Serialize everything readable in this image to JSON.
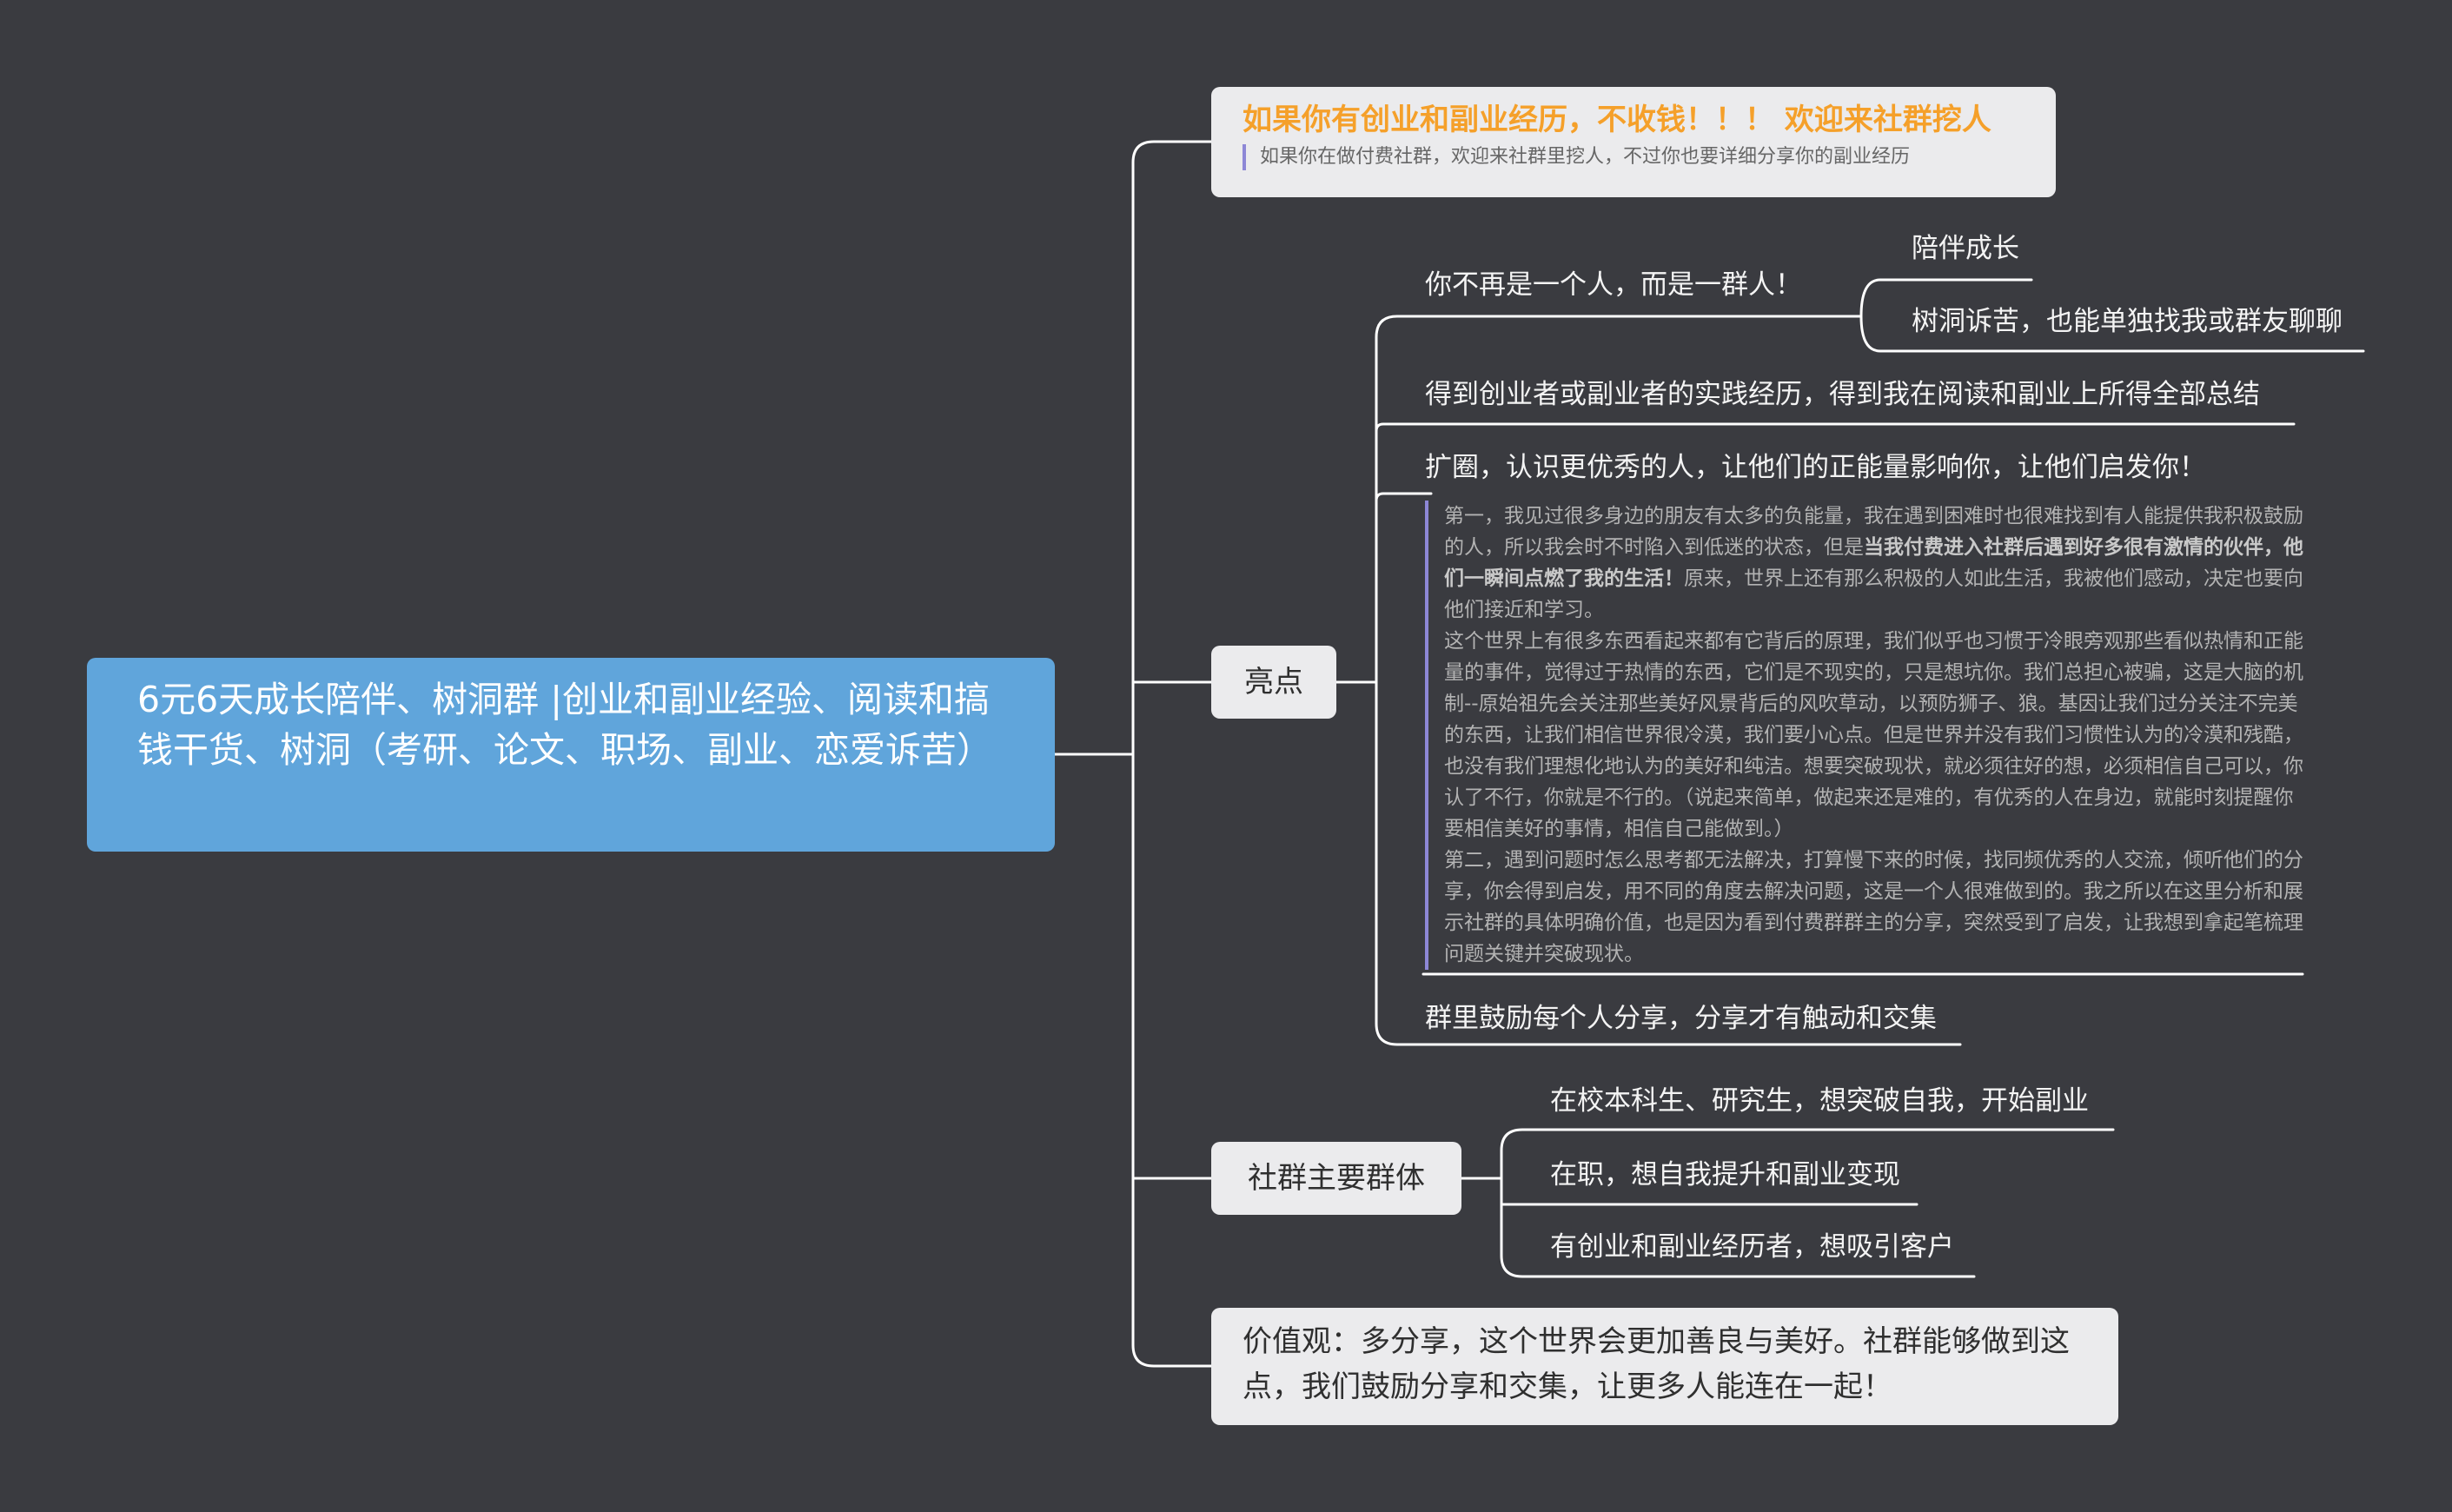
{
  "root": {
    "title": "6元6天成长陪伴、树洞群 |创业和副业经验、阅读和搞钱干货、树洞（考研、论文、职场、副业、恋爱诉苦）"
  },
  "topic_recruit": {
    "title": "如果你有创业和副业经历，不收钱！！！ 欢迎来社群挖人",
    "note": "如果你在做付费社群，欢迎来社群里挖人，不过你也要详细分享你的副业经历"
  },
  "topic_highlights": {
    "label": "亮点",
    "items": [
      "你不再是一个人，而是一群人！",
      "得到创业者或副业者的实践经历，得到我在阅读和副业上所得全部总结",
      "扩圈，认识更优秀的人，让他们的正能量影响你，让他们启发你！",
      "群里鼓励每个人分享，分享才有触动和交集"
    ],
    "subitems": [
      "陪伴成长",
      "树洞诉苦，也能单独找我或群友聊聊"
    ],
    "note": {
      "p1_before": "第一，我见过很多身边的朋友有太多的负能量，我在遇到困难时也很难找到有人能提供我积极鼓励的人，所以我会时不时陷入到低迷的状态，但是",
      "p1_bold": "当我付费进入社群后遇到好多很有激情的伙伴，他们一瞬间点燃了我的生活！",
      "p1_after": "原来，世界上还有那么积极的人如此生活，我被他们感动，决定也要向他们接近和学习。",
      "p2": "这个世界上有很多东西看起来都有它背后的原理，我们似乎也习惯于冷眼旁观那些看似热情和正能量的事件，觉得过于热情的东西，它们是不现实的，只是想坑你。我们总担心被骗，这是大脑的机制--原始祖先会关注那些美好风景背后的风吹草动，以预防狮子、狼。基因让我们过分关注不完美的东西，让我们相信世界很冷漠，我们要小心点。但是世界并没有我们习惯性认为的冷漠和残酷，也没有我们理想化地认为的美好和纯洁。想要突破现状，就必须往好的想，必须相信自己可以，你认了不行，你就是不行的。（说起来简单，做起来还是难的，有优秀的人在身边，就能时刻提醒你要相信美好的事情，相信自己能做到。）",
      "p3": "第二，遇到问题时怎么思考都无法解决，打算慢下来的时候，找同频优秀的人交流，倾听他们的分享，你会得到启发，用不同的角度去解决问题，这是一个人很难做到的。我之所以在这里分析和展示社群的具体明确价值，也是因为看到付费群群主的分享，突然受到了启发，让我想到拿起笔梳理问题关键并突破现状。"
    }
  },
  "topic_groups": {
    "label": "社群主要群体",
    "items": [
      "在校本科生、研究生，想突破自我，开始副业",
      "在职，想自我提升和副业变现",
      "有创业和副业经历者，想吸引客户"
    ]
  },
  "topic_values": {
    "text": "价值观：多分享，这个世界会更加善良与美好。社群能够做到这点，我们鼓励分享和交集，让更多人能连在一起！"
  },
  "colors": {
    "background": "#3a3b40",
    "root": "#60a5db",
    "accent_orange": "#f5a02a",
    "note_bar": "#8d87d6",
    "line": "#ffffff"
  }
}
